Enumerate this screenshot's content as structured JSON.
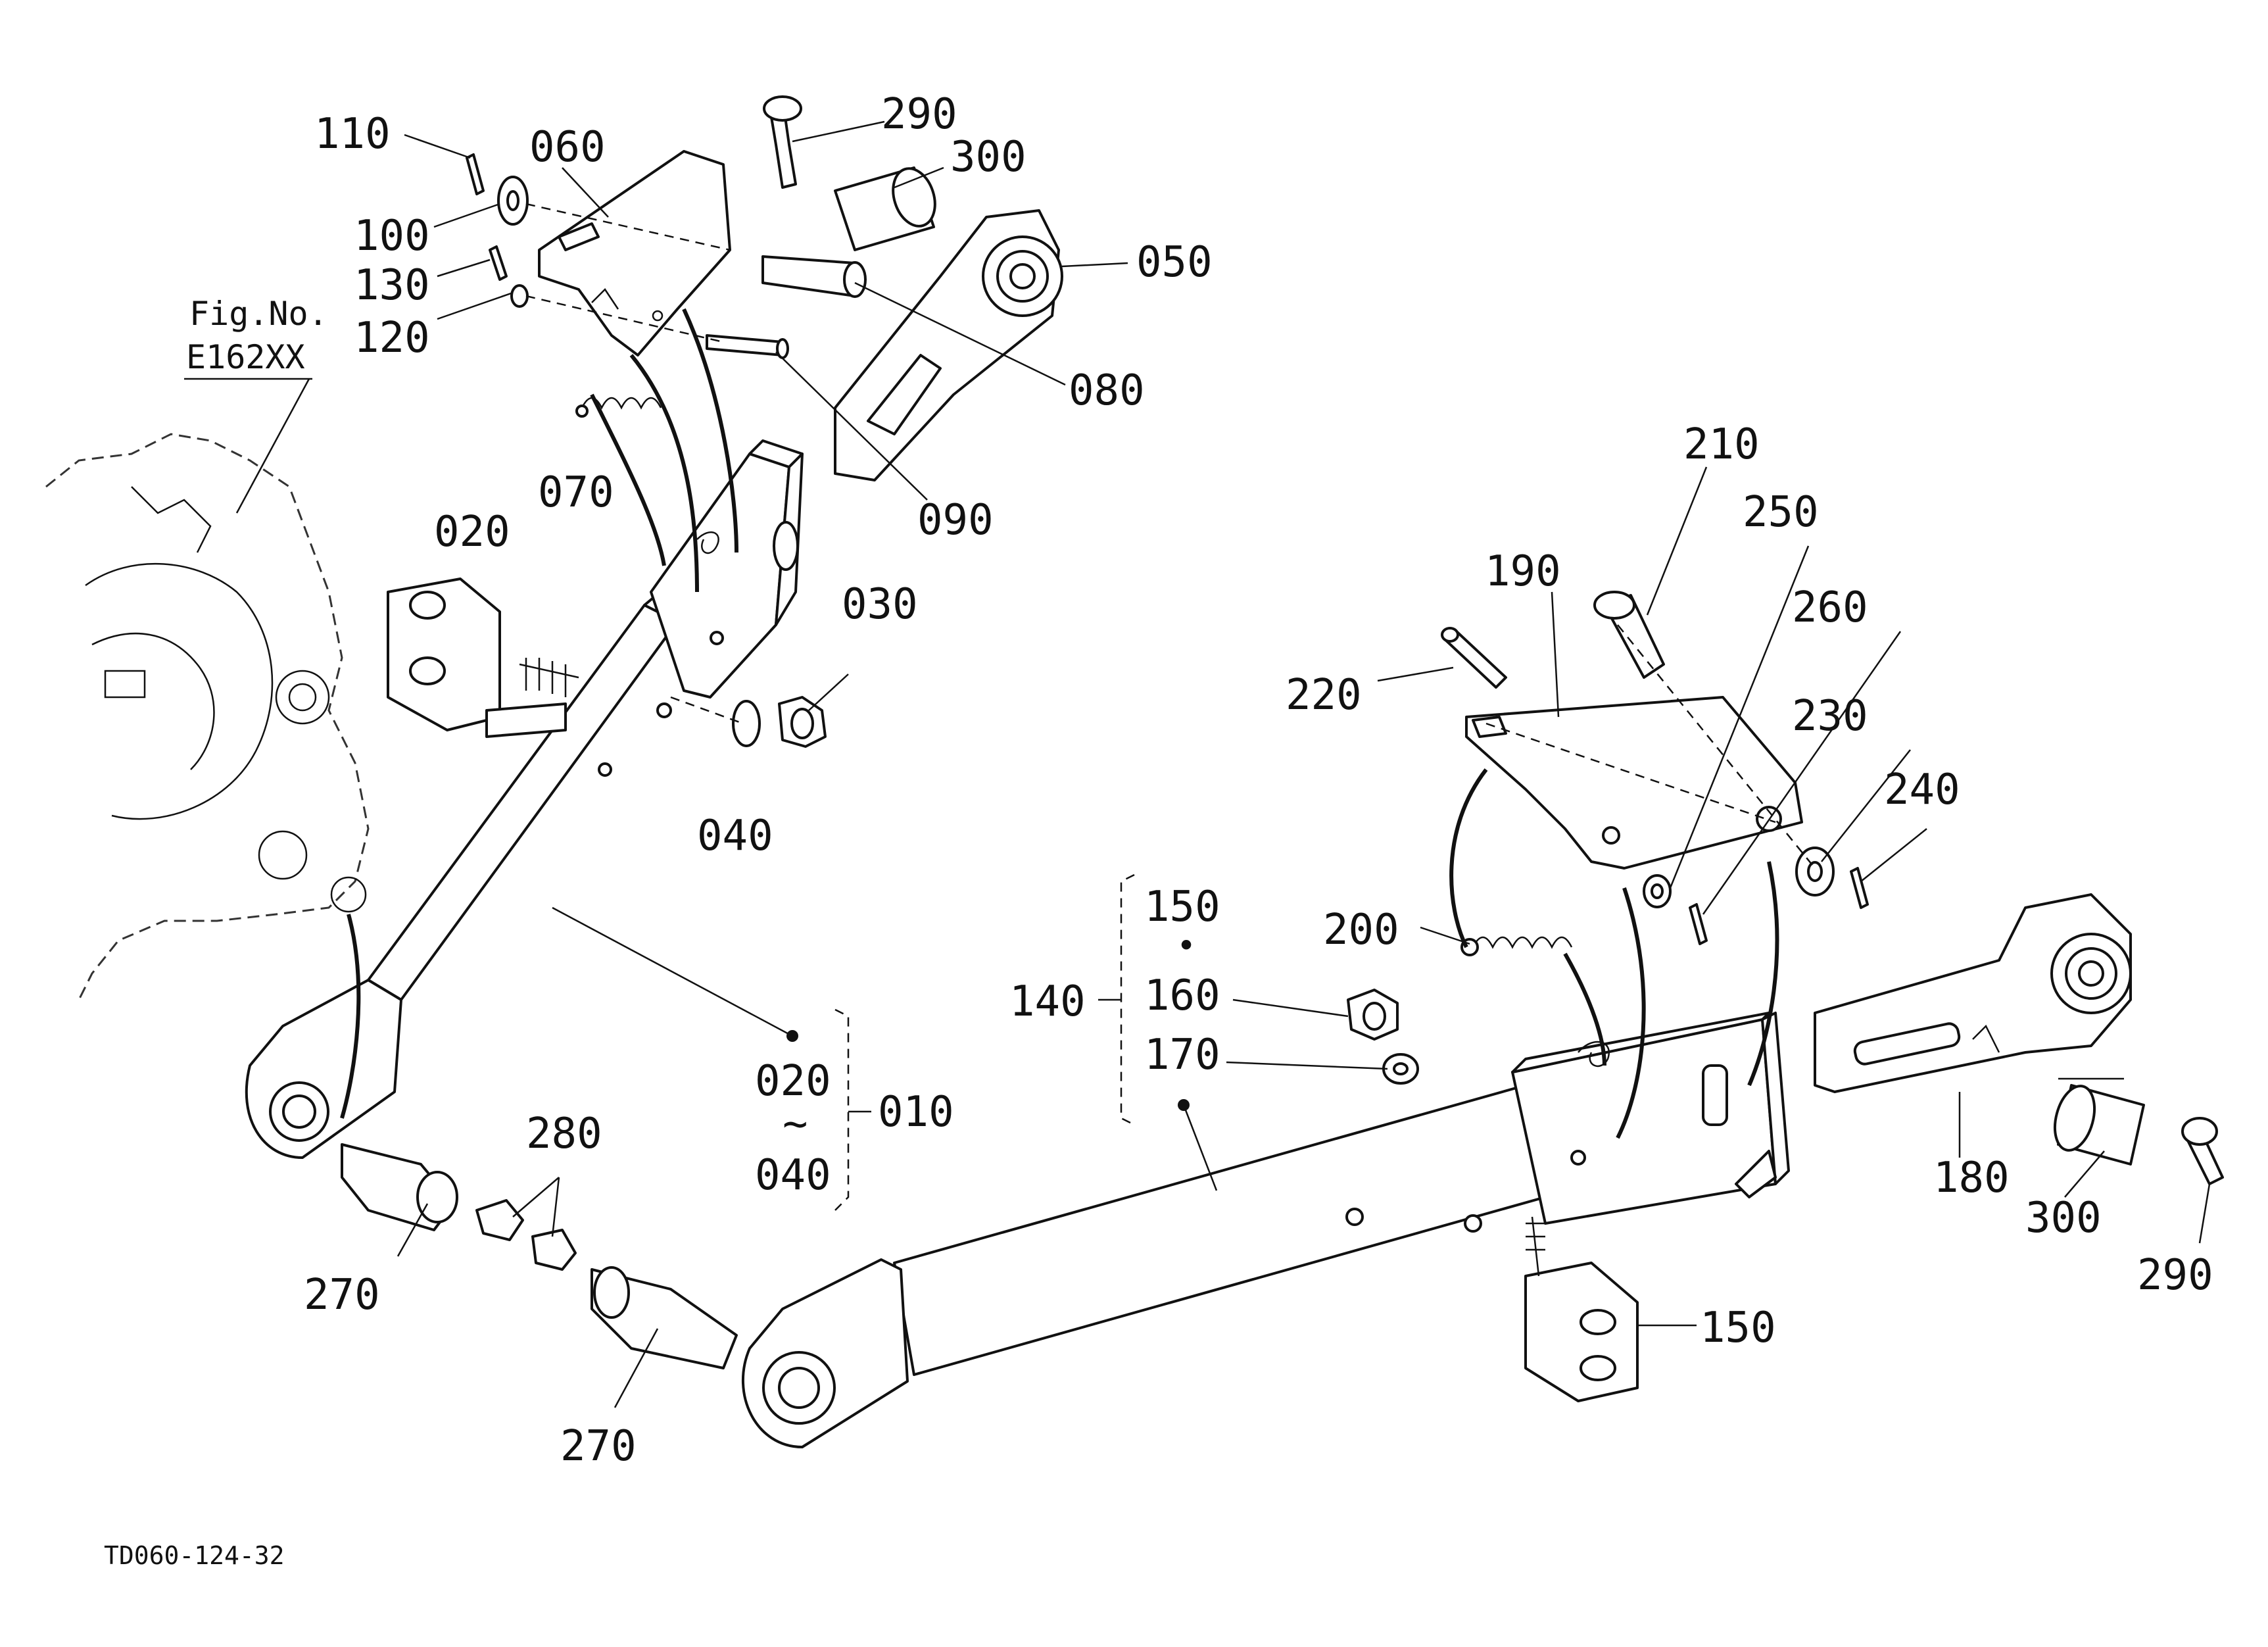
{
  "figure_ref": {
    "line1": "Fig.No.",
    "line2": "E162XX"
  },
  "drawing_code": "TD060-124-32",
  "callouts": {
    "p110": "110",
    "p060": "060",
    "p290a": "290",
    "p300a": "300",
    "p100": "100",
    "p130": "130",
    "p120": "120",
    "p050": "050",
    "p080": "080",
    "p070": "070",
    "p090": "090",
    "p020": "020",
    "p030": "030",
    "p040": "040",
    "p210": "210",
    "p250": "250",
    "p190": "190",
    "p260": "260",
    "p220": "220",
    "p230": "230",
    "p240": "240",
    "p200": "200",
    "p180": "180",
    "p300b": "300",
    "p290b": "290",
    "p280": "280",
    "p270a": "270",
    "p270b": "270",
    "p150b": "150"
  },
  "group_010": {
    "from": "020",
    "tilde": "~",
    "to": "040",
    "assembly": "010"
  },
  "group_140": {
    "assembly": "140",
    "item1": "150",
    "dot": "•",
    "item2": "160",
    "item3": "170"
  }
}
